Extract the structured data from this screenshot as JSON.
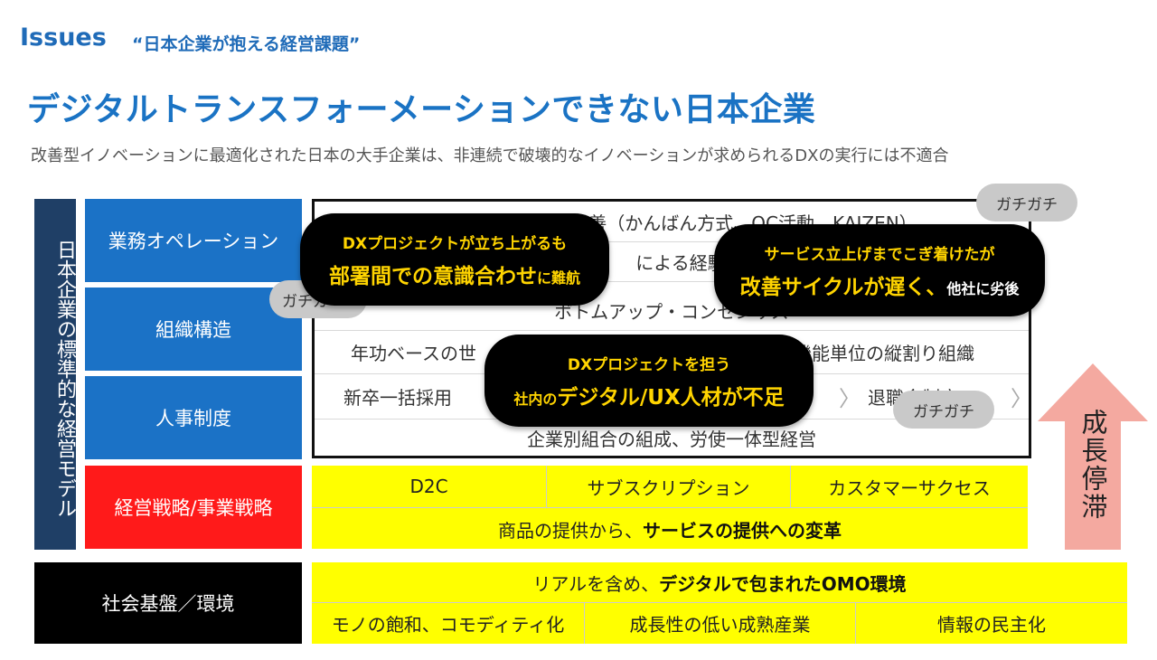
{
  "header": {
    "issues": "Issues",
    "issues_sub": "“日本企業が抱える経営課題”",
    "title": "デジタルトランスフォーメーションできない日本企業",
    "subtitle": "改善型イノベーションに最適化された日本の大手企業は、非連続で破壊的なイノベーションが求められるDXの実行には不適合"
  },
  "side_label": "日本企業の標準的な経営モデル",
  "categories": {
    "ops": "業務オペレーション",
    "org": "組織構造",
    "hr": "人事制度",
    "strategy": "経営戦略/事業戦略",
    "infra": "社会基盤／環境"
  },
  "rows": {
    "r1": "日々の業務改良・改善（かんばん方式、QC活動、KAIZEN）",
    "r2": "による経験蓄",
    "r3": "ボトムアップ・コンセンサス",
    "r4_left": "年功ベースの世",
    "r4_right": "機能単位の縦割り組織",
    "r5_left": "新卒一括採用",
    "r5_right": "退職金制度",
    "r6": "企業別組合の組成、労使一体型経営"
  },
  "strategy": {
    "cells": [
      "D2C",
      "サブスクリプション",
      "カスタマーサクセス"
    ],
    "bar_plain": "商品の提供から、",
    "bar_bold": "サービスの提供への変革"
  },
  "infra": {
    "bar_plain": "リアルを含め、",
    "bar_bold": "デジタルで包まれたOMO環境",
    "cells": [
      "モノの飽和、コモディティ化",
      "成長性の低い成熟産業",
      "情報の民主化"
    ]
  },
  "bubbles": {
    "b1_line1": "DXプロジェクトが立ち上がるも",
    "b1_line2_big": "部署間での意識合わせ",
    "b1_line2_small": "に難航",
    "b2_line1": "サービス立上げまでこぎ着けたが",
    "b2_line2_big": "改善サイクルが遅く、",
    "b2_line2_small": "他社に劣後",
    "b3_line1": "DXプロジェクトを担う",
    "b3_line2_small": "社内の",
    "b3_line2_big": "デジタル/UX人材が不足"
  },
  "gachi": {
    "g1": "ガチガチ",
    "g2": "ガチガ",
    "g3": "ガチガチ"
  },
  "arrow_label": "成長停滞",
  "colors": {
    "title_blue": "#1a73c4",
    "category_blue": "#1b72c6",
    "navy": "#1f3f66",
    "red": "#ff1a1a",
    "yellow": "#ffff00",
    "bubble_yellow": "#ffd400",
    "arrow_pink": "#f4a9a0"
  }
}
